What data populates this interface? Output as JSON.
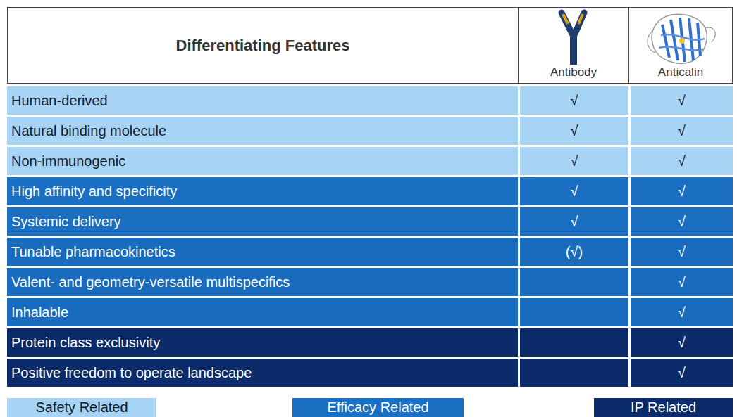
{
  "diagram": {
    "labels": [
      "Differentiating Features",
      "Antibody",
      "Anticalin",
      "Human-derived",
      "√",
      "√",
      "Natural binding molecule",
      "√",
      "√",
      "Non-immunogenic",
      "√",
      "√",
      "High affinity and specificity",
      "√",
      "√",
      "Systemic delivery",
      "√",
      "√",
      "Tunable pharmacokinetics",
      "(√)",
      "√",
      "Valent- and geometry-versatile multispecifics",
      "√",
      "Inhalable",
      "√",
      "Protein class exclusivity",
      "√",
      "Positive freedom to operate landscape",
      "√"
    ],
    "legend": [
      {
        "text": "Safety Related",
        "color": "#a7d4f4"
      },
      {
        "text": "Efficacy Related",
        "color": "#1a6fc2"
      },
      {
        "text": "IP Related",
        "color": "#0b2b6b"
      }
    ]
  }
}
